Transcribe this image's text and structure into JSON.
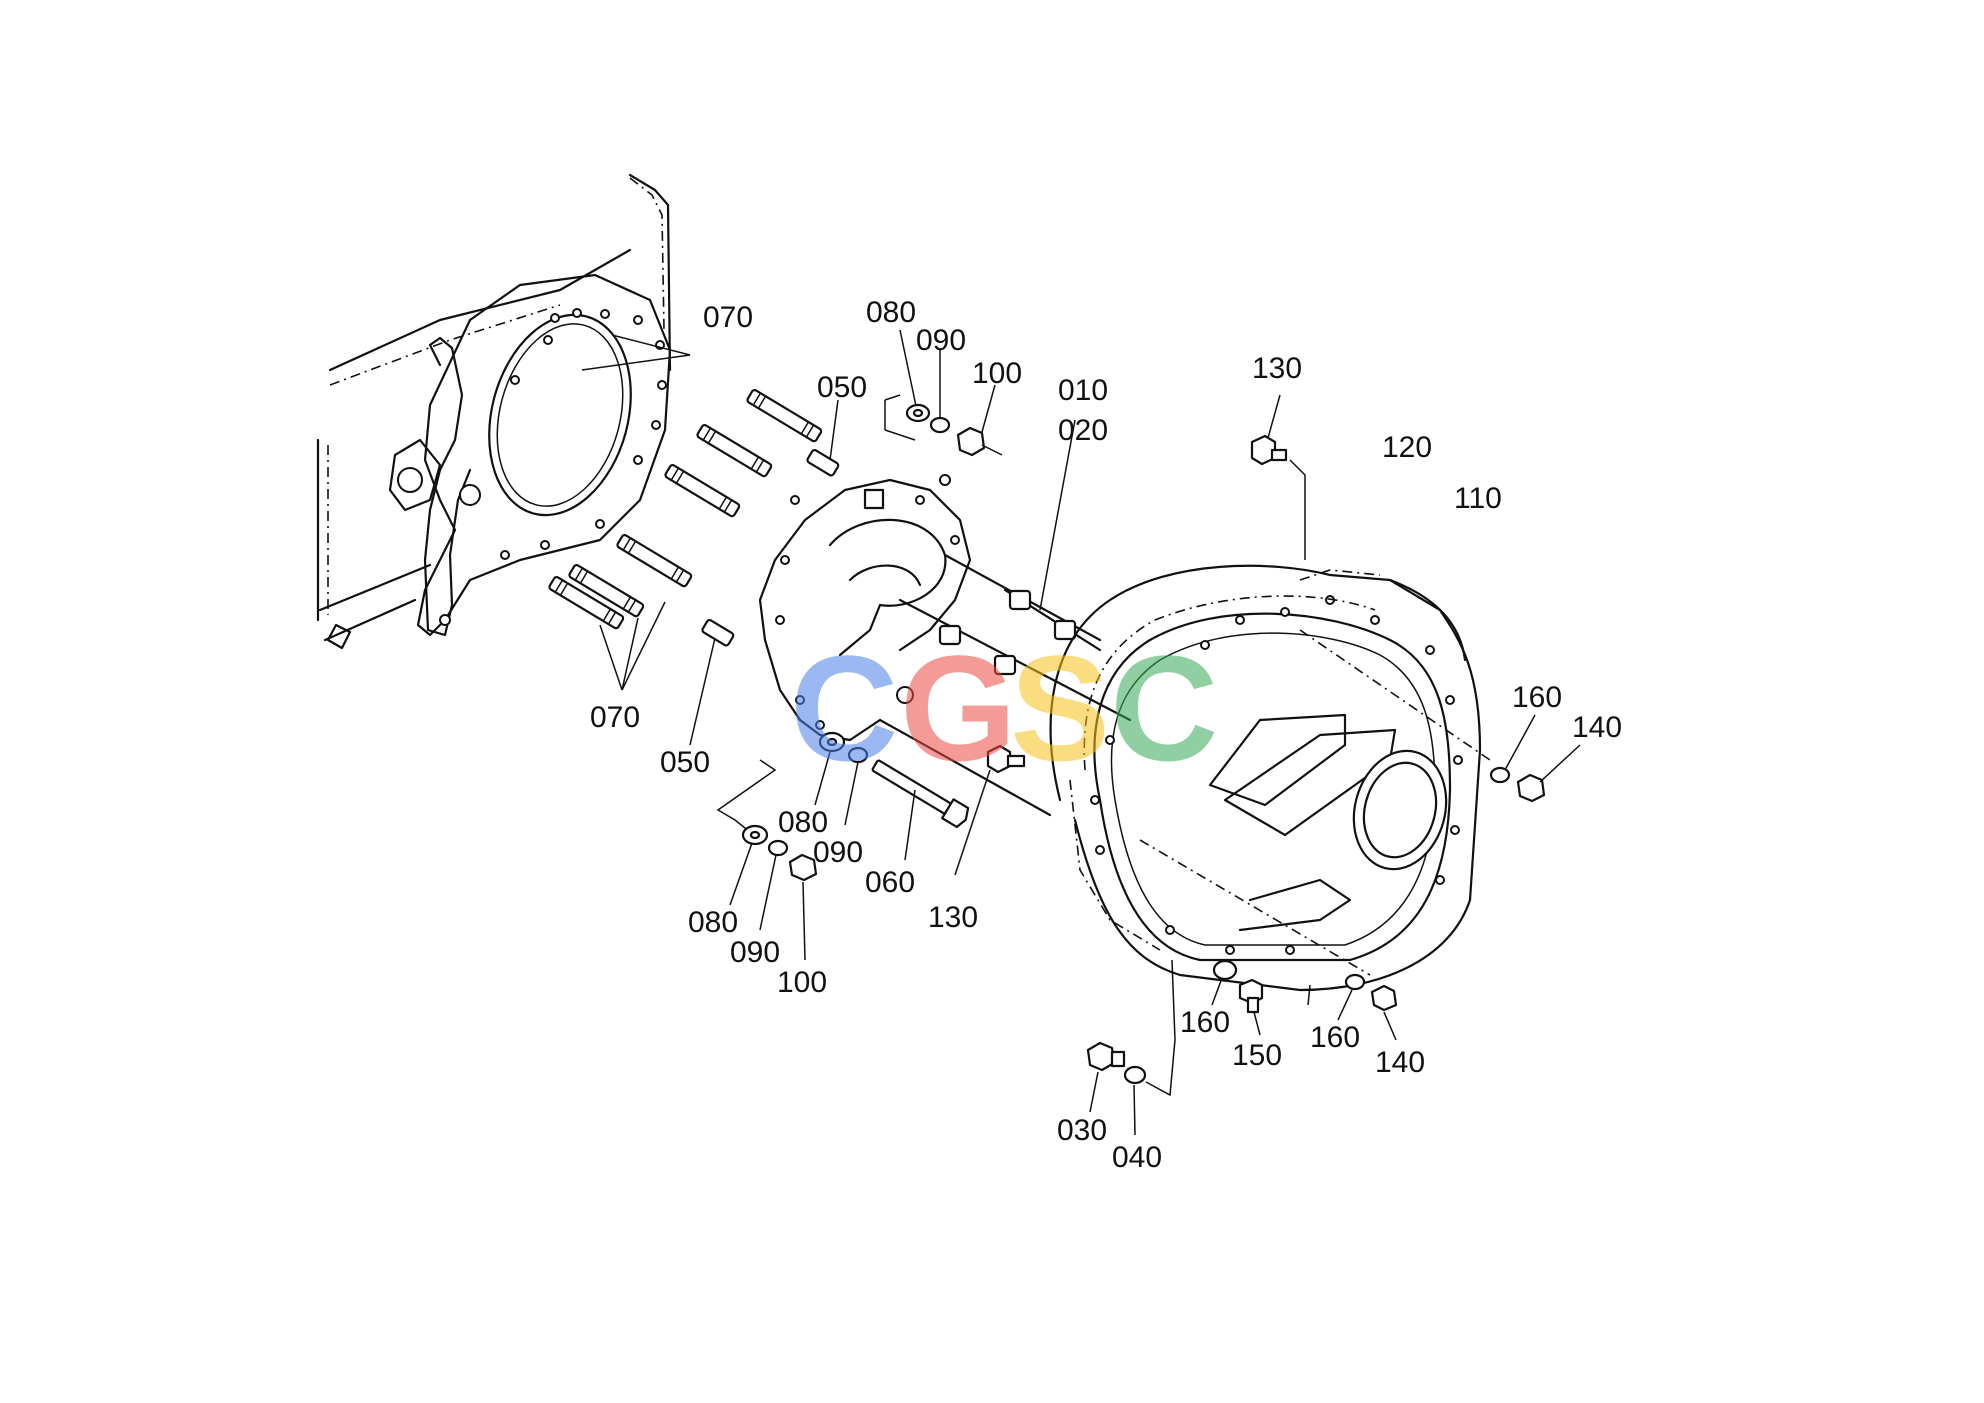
{
  "labels": {
    "p070_top": "070",
    "p080_top": "080",
    "p090_top": "090",
    "p100_top": "100",
    "p050_top": "050",
    "p010": "010",
    "p020": "020",
    "p130_top": "130",
    "p120": "120",
    "p110": "110",
    "p160_right": "160",
    "p140_right": "140",
    "p070_bottom": "070",
    "p050_bottom": "050",
    "p080_mid": "080",
    "p090_mid": "090",
    "p060": "060",
    "p130_bottom": "130",
    "p080_bottom": "080",
    "p090_bottom": "090",
    "p100_bottom": "100",
    "p160_lower_a": "160",
    "p150": "150",
    "p160_lower_b": "160",
    "p140_lower": "140",
    "p030": "030",
    "p040": "040"
  },
  "watermark": {
    "letters": [
      "C",
      "G",
      "S",
      "C"
    ],
    "colors": [
      "#4a7fe8",
      "#ec4b43",
      "#f7c21c",
      "#37a856"
    ]
  }
}
